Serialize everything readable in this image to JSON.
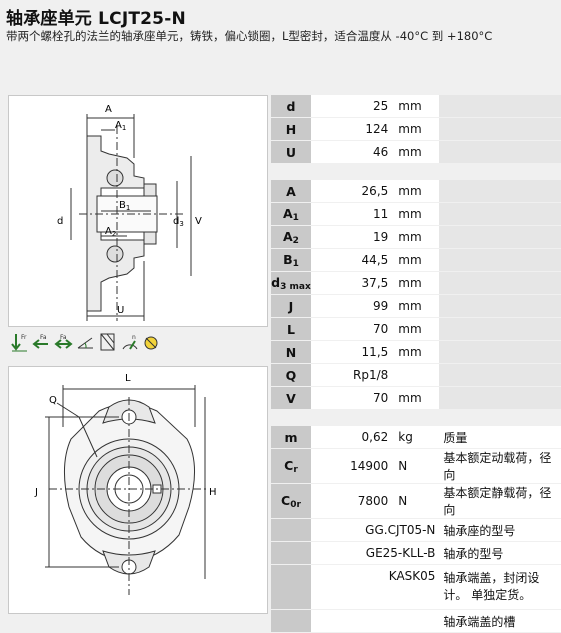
{
  "title": "轴承座单元 LCJT25-N",
  "subtitle": "带两个螺栓孔的法兰的轴承座单元，铸铁，偏心锁圈，L型密封，适合温度从 -40°C 到 +180°C",
  "drawing1": {
    "labels": {
      "a": "A",
      "a1": "A",
      "a1_sub": "1",
      "d": "d",
      "b1": "B",
      "b1_sub": "1",
      "a2": "A",
      "a2_sub": "2",
      "d3": "d",
      "d3_sub": "3",
      "v": "V",
      "u": "U"
    }
  },
  "icons": [
    {
      "name": "radial-load-icon",
      "label": "Fr"
    },
    {
      "name": "axial-load-icon",
      "label": "Fa"
    },
    {
      "name": "bidirectional-axial-load-icon",
      "label": "Fa"
    },
    {
      "name": "misalignment-icon",
      "label": ""
    },
    {
      "name": "locating-bearing-icon",
      "label": ""
    },
    {
      "name": "speed-icon",
      "label": "n"
    },
    {
      "name": "temperature-icon",
      "label": ""
    }
  ],
  "drawing2": {
    "labels": {
      "l": "L",
      "q": "Q",
      "j": "J",
      "h": "H"
    }
  },
  "dimensions": [
    {
      "key": "d",
      "sub": "",
      "value": "25",
      "unit": "mm"
    },
    {
      "key": "H",
      "sub": "",
      "value": "124",
      "unit": "mm"
    },
    {
      "key": "U",
      "sub": "",
      "value": "46",
      "unit": "mm"
    }
  ],
  "dimensions2": [
    {
      "key": "A",
      "sub": "",
      "value": "26,5",
      "unit": "mm"
    },
    {
      "key": "A",
      "sub": "1",
      "value": "11",
      "unit": "mm"
    },
    {
      "key": "A",
      "sub": "2",
      "value": "19",
      "unit": "mm"
    },
    {
      "key": "B",
      "sub": "1",
      "value": "44,5",
      "unit": "mm"
    },
    {
      "key": "d",
      "sub": "3 max",
      "value": "37,5",
      "unit": "mm"
    },
    {
      "key": "J",
      "sub": "",
      "value": "99",
      "unit": "mm"
    },
    {
      "key": "L",
      "sub": "",
      "value": "70",
      "unit": "mm"
    },
    {
      "key": "N",
      "sub": "",
      "value": "11,5",
      "unit": "mm"
    },
    {
      "key": "Q",
      "sub": "",
      "value": "Rp1/8",
      "unit": ""
    },
    {
      "key": "V",
      "sub": "",
      "value": "70",
      "unit": "mm"
    }
  ],
  "properties": [
    {
      "key": "m",
      "sub": "",
      "value": "0,62",
      "unit": "kg",
      "note": "质量"
    },
    {
      "key": "C",
      "sub": "r",
      "value": "14900",
      "unit": "N",
      "note": "基本额定动载荷，径向"
    },
    {
      "key": "C",
      "sub": "0r",
      "value": "7800",
      "unit": "N",
      "note": "基本额定静载荷，径向"
    }
  ],
  "components": [
    {
      "value": "GG.CJT05-N",
      "note": "轴承座的型号"
    },
    {
      "value": "GE25-KLL-B",
      "note": "轴承的型号"
    },
    {
      "value": "KASK05",
      "note": "轴承端盖，封闭设计。 单独定货。"
    },
    {
      "value": "",
      "note": "轴承端盖的槽"
    }
  ]
}
